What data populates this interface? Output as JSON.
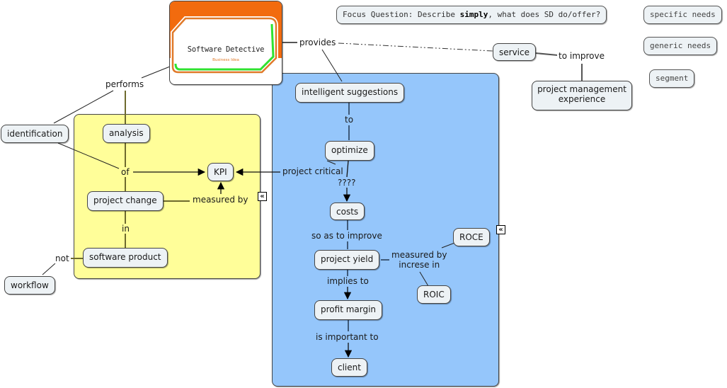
{
  "colors": {
    "yellow_panel": "#fffe99",
    "blue_panel": "#95c6fb",
    "node_fill": "#edf2f5",
    "logo_orange": "#f26b0e",
    "logo_green": "#2fe22f",
    "logo_subtitle": "#e07a2a"
  },
  "logo": {
    "title": "Software Detective",
    "subtitle": "Business Idea"
  },
  "focus_question": {
    "prefix": "Focus Question: Describe ",
    "bold": "simply",
    "suffix": ", what does SD do/offer?"
  },
  "legend_nodes": [
    "specific needs",
    "generic needs",
    "segment"
  ],
  "concepts": {
    "identification": "identification",
    "analysis": "analysis",
    "kpi": "KPI",
    "project_change": "project change",
    "software_product": "software product",
    "workflow": "workflow",
    "intelligent_suggestions": "intelligent suggestions",
    "optimize": "optimize",
    "costs": "costs",
    "project_yield": "project yield",
    "profit_margin": "profit margin",
    "client": "client",
    "roce": "ROCE",
    "roic": "ROIC",
    "service": "service",
    "pm_experience_line1": "project management",
    "pm_experience_line2": "experience"
  },
  "links": {
    "performs": "performs",
    "provides": "provides",
    "to_improve": "to improve",
    "of": "of",
    "measured_by": "measured by",
    "in": "in",
    "not": "not",
    "to": "to",
    "project_critical": "project critical",
    "question_marks": "????",
    "so_as_to_improve": "so as to improve",
    "measured_by_increase_line1": "measured by",
    "measured_by_increase_line2": "increse in",
    "implies_to": "implies to",
    "is_important_to": "is important to"
  },
  "collapse_glyph": "«"
}
